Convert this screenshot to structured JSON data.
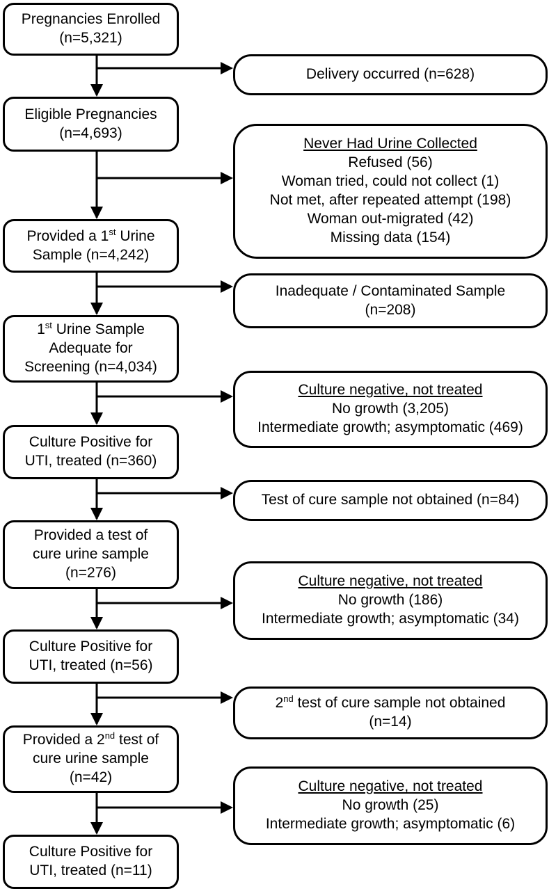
{
  "diagram": {
    "title": "Pregnancy urine screening flowchart",
    "colors": {
      "line": "#000000",
      "box_border": "#000000",
      "background": "#ffffff"
    },
    "main": [
      {
        "l1": "Pregnancies Enrolled",
        "l2": "(n=5,321)"
      },
      {
        "l1": "Eligible Pregnancies",
        "l2": "(n=4,693)"
      },
      {
        "l1a": "Provided a 1",
        "l1sup": "st",
        "l1b": " Urine",
        "l2": "Sample (n=4,242)"
      },
      {
        "l1a": "1",
        "l1sup": "st",
        "l1b": " Urine Sample",
        "l2": "Adequate for",
        "l3": "Screening (n=4,034)"
      },
      {
        "l1": "Culture Positive for",
        "l2": "UTI, treated (n=360)"
      },
      {
        "l1": "Provided a test of",
        "l2": "cure urine sample",
        "l3": "(n=276)"
      },
      {
        "l1": "Culture Positive for",
        "l2": "UTI, treated (n=56)"
      },
      {
        "l1a": "Provided a 2",
        "l1sup": "nd",
        "l1b": " test of",
        "l2": "cure urine sample",
        "l3": "(n=42)"
      },
      {
        "l1": "Culture Positive for",
        "l2": "UTI, treated (n=11)"
      }
    ],
    "side": [
      {
        "l1": "Delivery occurred (n=628)"
      },
      {
        "title": "Never Had Urine Collected",
        "l1": "Refused (56)",
        "l2": "Woman tried, could not collect (1)",
        "l3": "Not met, after repeated attempt (198)",
        "l4": "Woman out-migrated (42)",
        "l5": "Missing data (154)"
      },
      {
        "l1": "Inadequate / Contaminated Sample",
        "l2": "(n=208)"
      },
      {
        "title": "Culture negative, not treated",
        "l1": "No growth (3,205)",
        "l2": "Intermediate growth; asymptomatic (469)"
      },
      {
        "l1": "Test of cure sample not obtained (n=84)"
      },
      {
        "title": "Culture negative, not treated",
        "l1": "No growth (186)",
        "l2": "Intermediate growth; asymptomatic (34)"
      },
      {
        "l1a": "2",
        "l1sup": "nd",
        "l1b": " test of cure sample not obtained",
        "l2": "(n=14)"
      },
      {
        "title": "Culture negative, not treated",
        "l1": "No growth (25)",
        "l2": "Intermediate growth; asymptomatic (6)"
      }
    ]
  }
}
